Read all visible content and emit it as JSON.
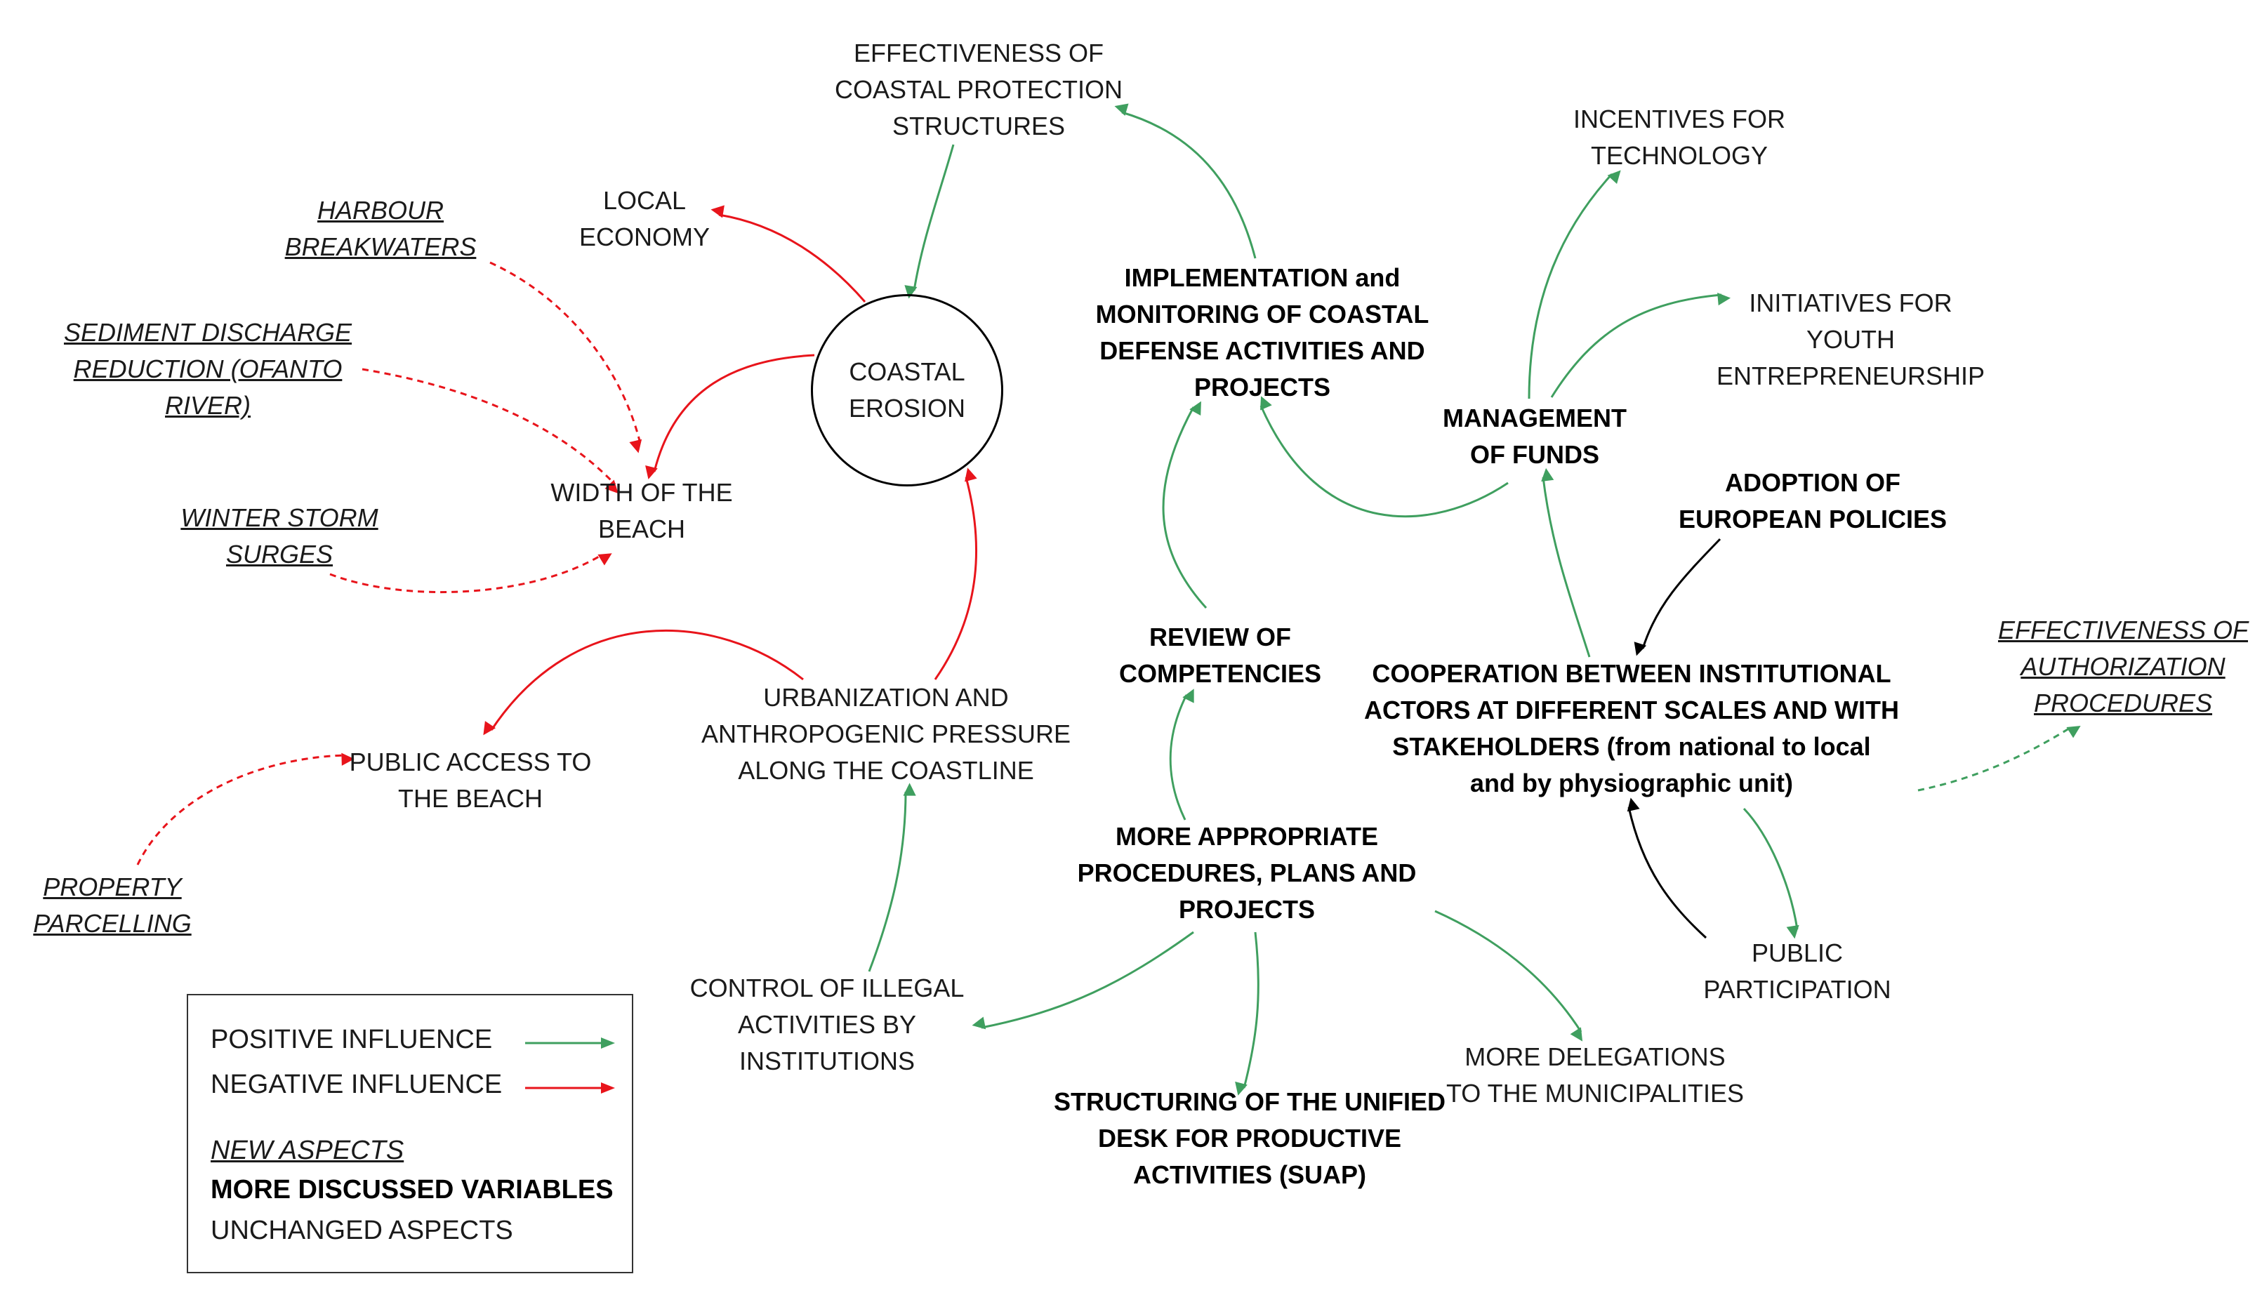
{
  "diagram": {
    "nodes": {
      "coastal_protection": [
        "EFFECTIVENESS OF",
        "COASTAL PROTECTION",
        "STRUCTURES"
      ],
      "local_economy": [
        "LOCAL",
        "ECONOMY"
      ],
      "harbour": [
        "HARBOUR",
        "BREAKWATERS"
      ],
      "sediment": [
        "SEDIMENT DISCHARGE",
        "REDUCTION (OFANTO",
        "RIVER)"
      ],
      "winter": [
        "WINTER STORM",
        "SURGES"
      ],
      "width_beach": [
        "WIDTH OF THE",
        "BEACH"
      ],
      "coastal_erosion": [
        "COASTAL",
        "EROSION"
      ],
      "implementation": [
        "IMPLEMENTATION and",
        "MONITORING OF COASTAL",
        "DEFENSE ACTIVITIES AND",
        "PROJECTS"
      ],
      "incentives": [
        "INCENTIVES FOR",
        "TECHNOLOGY"
      ],
      "initiatives": [
        "INITIATIVES FOR",
        "YOUTH",
        "ENTREPRENEURSHIP"
      ],
      "management": [
        "MANAGEMENT",
        "OF FUNDS"
      ],
      "adoption": [
        "ADOPTION OF",
        "EUROPEAN POLICIES"
      ],
      "review": [
        "REVIEW OF",
        "COMPETENCIES"
      ],
      "cooperation": [
        "COOPERATION BETWEEN INSTITUTIONAL",
        "ACTORS AT DIFFERENT SCALES AND WITH",
        "STAKEHOLDERS (from national to local",
        "and by physiographic unit)"
      ],
      "authorization": [
        "EFFECTIVENESS OF",
        "AUTHORIZATION",
        "PROCEDURES"
      ],
      "urbanization": [
        "URBANIZATION AND",
        "ANTHROPOGENIC PRESSURE",
        "ALONG THE COASTLINE"
      ],
      "public_access": [
        "PUBLIC ACCESS TO",
        "THE BEACH"
      ],
      "property": [
        "PROPERTY",
        "PARCELLING"
      ],
      "procedures": [
        "MORE APPROPRIATE",
        "PROCEDURES, PLANS AND",
        "PROJECTS"
      ],
      "public_participation": [
        "PUBLIC",
        "PARTICIPATION"
      ],
      "control": [
        "CONTROL OF ILLEGAL",
        "ACTIVITIES BY",
        "INSTITUTIONS"
      ],
      "structuring": [
        "STRUCTURING OF THE UNIFIED",
        "DESK FOR PRODUCTIVE",
        "ACTIVITIES (SUAP)"
      ],
      "delegations": [
        "MORE DELEGATIONS",
        "TO THE MUNICIPALITIES"
      ]
    },
    "legend": {
      "positive": "POSITIVE INFLUENCE",
      "negative": "NEGATIVE INFLUENCE",
      "new_aspects": "NEW ASPECTS",
      "more_discussed": "MORE DISCUSSED VARIABLES",
      "unchanged": "UNCHANGED ASPECTS"
    },
    "colors": {
      "positive": "#3f9f5f",
      "negative": "#e8141b",
      "neutral": "#000000"
    }
  }
}
